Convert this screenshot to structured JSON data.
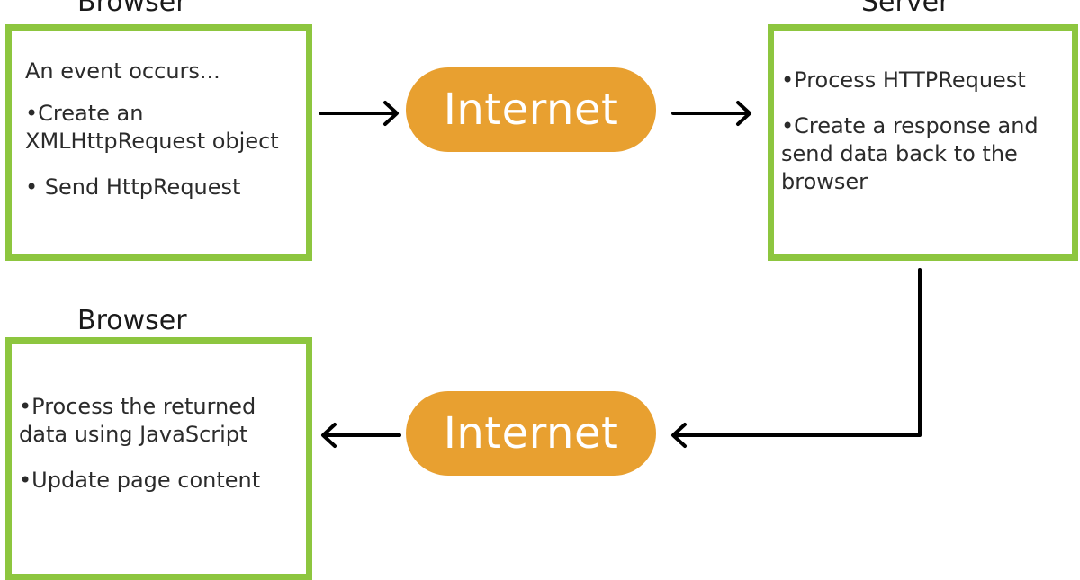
{
  "browser_top": {
    "heading": "Browser",
    "intro": "An event occurs...",
    "items": [
      "•Create an\nXMLHttpRequest object",
      "• Send HttpRequest"
    ]
  },
  "server": {
    "heading": "Server",
    "items": [
      "•Process HTTPRequest",
      "•Create a response and\nsend data back to the\nbrowser"
    ]
  },
  "browser_bottom": {
    "heading": "Browser",
    "items": [
      "•Process the returned\ndata using JavaScript",
      "•Update page content"
    ]
  },
  "internet_top": {
    "label": "Internet"
  },
  "internet_bottom": {
    "label": "Internet"
  },
  "colors": {
    "box_border": "#8dc63f",
    "pill_fill": "#e8a030",
    "pill_text": "#ffffff",
    "arrow": "#000000"
  }
}
